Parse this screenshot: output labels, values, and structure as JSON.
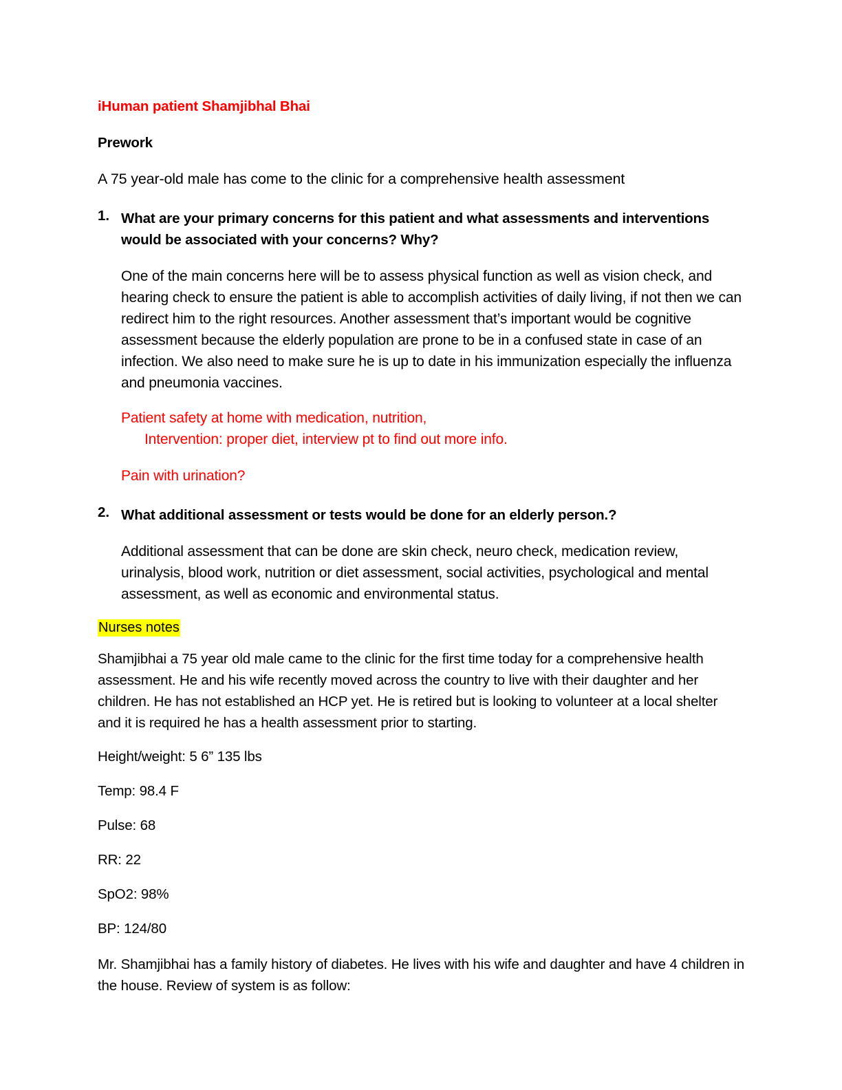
{
  "document": {
    "title": "iHuman patient Shamjibhal Bhai",
    "section_heading": "Prework",
    "intro": "A 75 year-old male has come to the clinic for a comprehensive health assessment",
    "questions": [
      {
        "number": "1.",
        "text": "What are your primary concerns for this patient and what assessments and interventions would be associated with your concerns? Why?",
        "answer": "One of the main concerns here will be to assess physical function as well as vision check, and hearing check to ensure the patient is able to accomplish activities of daily living, if not then we can redirect him to the right resources. Another assessment that’s important would be cognitive assessment because the elderly population are prone to be in a confused state in case of an infection. We also need to make sure he is up to date in his immunization especially the influenza and pneumonia vaccines."
      },
      {
        "number": "2.",
        "text": "What additional assessment or tests would be done for an elderly person.?",
        "answer": "Additional assessment that can be done are skin check, neuro check, medication review, urinalysis, blood work, nutrition or diet assessment, social activities, psychological and mental assessment, as well as economic and environmental status."
      }
    ],
    "annotations": {
      "color": "#FF0000",
      "line1": "Patient safety at home with medication, nutrition,",
      "line2": "Intervention: proper diet, interview pt to find out more info.",
      "line3": "Pain with urination?"
    },
    "nurses_notes": {
      "heading": "Nurses notes",
      "highlight_color": "#FFFF00",
      "paragraph": "Shamjibhai a 75 year old male came to the clinic for the first time today for a comprehensive health assessment. He and his wife recently moved across the country to live with their daughter and her children. He has not established an HCP yet. He is retired but is looking to volunteer at a local shelter and it is required he has a health assessment prior to starting.",
      "vitals": [
        "Height/weight: 5 6” 135 lbs",
        "Temp: 98.4 F",
        "Pulse: 68",
        "RR: 22",
        "SpO2: 98%",
        "BP: 124/80"
      ],
      "closing": "Mr. Shamjibhai has a family history of diabetes. He lives with his wife and daughter and have 4 children in the house. Review of system is as follow:"
    }
  }
}
